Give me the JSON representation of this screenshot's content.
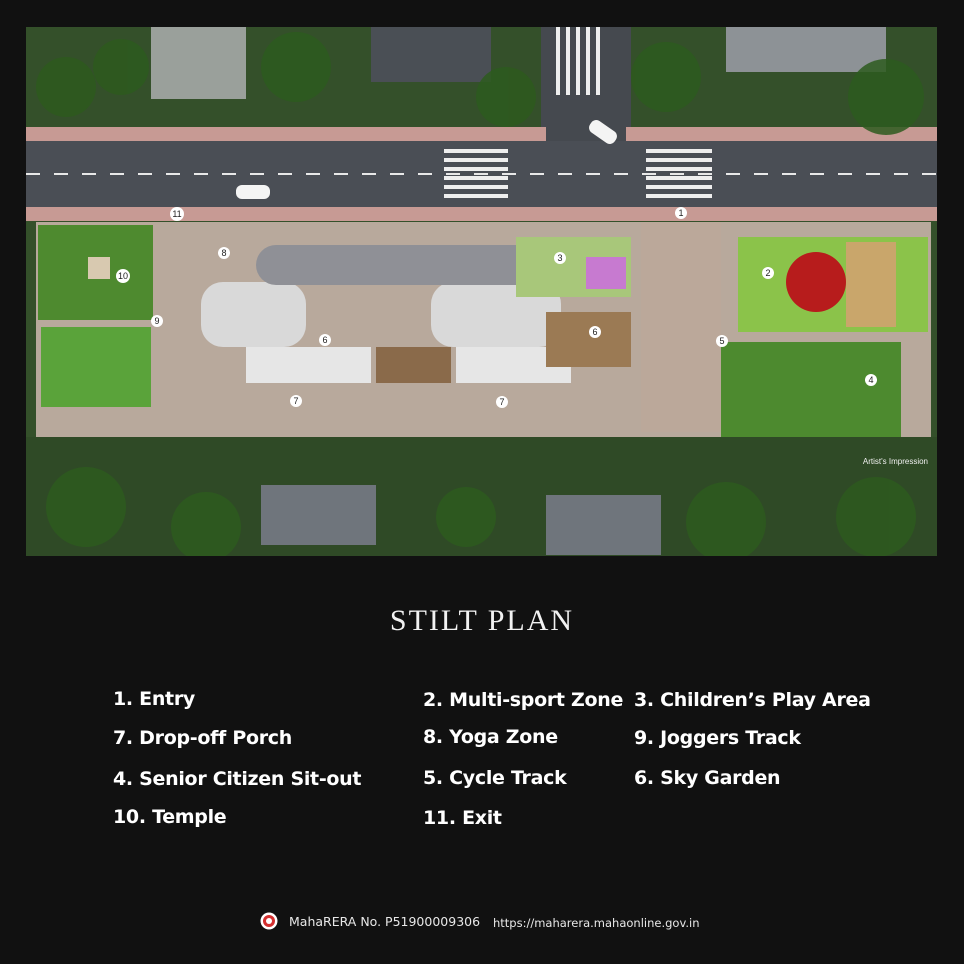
{
  "site_plan": {
    "markers": [
      "1",
      "2",
      "3",
      "4",
      "5",
      "6",
      "6",
      "7",
      "7",
      "8",
      "9",
      "10",
      "11"
    ],
    "credit": "Artist's Impression"
  },
  "title": "STILT PLAN",
  "legend": [
    "1. Entry",
    "2. Multi-sport Zone",
    "3. Children’s Play Area",
    "7. Drop-off Porch",
    "8. Yoga Zone",
    "9. Joggers Track",
    "4. Senior Citizen Sit-out",
    "5. Cycle Track",
    "6. Sky Garden",
    "10. Temple",
    "11. Exit"
  ],
  "footer": {
    "rera": "MahaRERA No. P51900009306",
    "url": "https://maharera.mahaonline.gov.in"
  }
}
